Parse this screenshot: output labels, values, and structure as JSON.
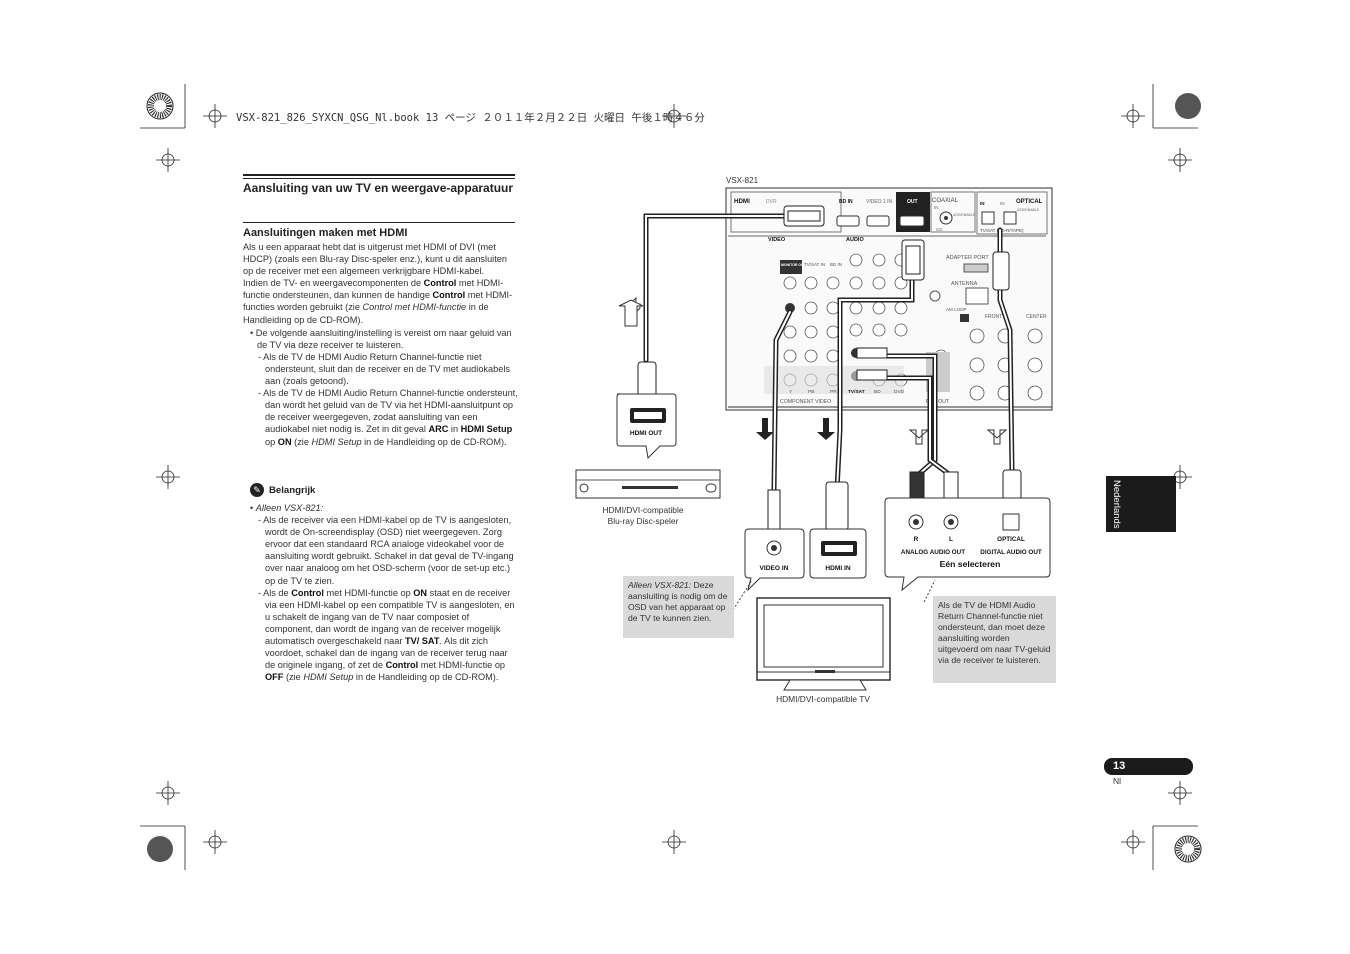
{
  "header": {
    "file_line": "VSX-821_826_SYXCN_QSG_Nl.book  13 ページ  ２０１１年２月２２日  火曜日  午後１時４６分"
  },
  "section": {
    "title": "Aansluiting van uw TV en weergave-apparatuur",
    "subtitle": "Aansluitingen maken met HDMI"
  },
  "body": {
    "intro": "Als u een apparaat hebt dat is uitgerust met HDMI of DVI (met HDCP) (zoals een Blu-ray Disc-speler enz.), kunt u dit aansluiten op de receiver met een algemeen verkrijgbare HDMI-kabel.",
    "control_1": "Indien de TV- en weergavecomponenten de",
    "control_2": "Control",
    "control_3": "met HDMI-functie ondersteunen, dan kunnen de handige",
    "control_4": "Control",
    "control_5": "met HDMI-functies worden gebruikt (zie",
    "control_6": "Control met HDMI-functie",
    "control_7": "in de Handleiding op de CD-ROM).",
    "bullet_1": "De volgende aansluiting/instelling is vereist om naar geluid van de TV via deze receiver te luisteren.",
    "sub_1": "Als de TV de HDMI Audio Return Channel-functie niet ondersteunt, sluit dan de receiver en de TV met audiokabels aan (zoals getoond).",
    "sub_2a": "Als de TV de HDMI Audio Return Channel-functie ondersteunt, dan wordt het geluid van de TV via het HDMI-aansluitpunt op de receiver weergegeven, zodat aansluiting van een audiokabel niet nodig is. Zet in dit geval",
    "sub_2b": "ARC",
    "sub_2c": "in",
    "sub_2d": "HDMI Setup",
    "sub_2e": "op",
    "sub_2f": "ON",
    "sub_2g": "(zie",
    "sub_2h": "HDMI Setup",
    "sub_2i": "in de Handleiding op de CD-ROM)."
  },
  "important": {
    "title": "Belangrijk",
    "bullet": "Alleen VSX-821:",
    "sub_1": "Als de receiver via een HDMI-kabel op de TV is aangesloten, wordt de On-screendisplay (OSD) niet weergegeven. Zorg ervoor dat een standaard RCA analoge videokabel voor de aansluiting wordt gebruikt. Schakel in dat geval de TV-ingang over naar analoog om het OSD-scherm (voor de set-up etc.) op de TV te zien.",
    "sub_2a": "Als de",
    "sub_2b": "Control",
    "sub_2c": "met HDMI-functie op",
    "sub_2d": "ON",
    "sub_2e": "staat en de receiver via een HDMI-kabel op een compatible TV is aangesloten, en u schakelt de ingang van de TV naar composiet of component, dan wordt de ingang van de receiver mogelijk automatisch overgeschakeld naar",
    "sub_2f": "TV/ SAT",
    "sub_2g": ". Als dit zich voordoet, schakel dan de ingang van de receiver terug naar de originele ingang, of zet de",
    "sub_2h": "Control",
    "sub_2i": "met HDMI-functie op",
    "sub_2j": "OFF",
    "sub_2k": "(zie",
    "sub_2l": "HDMI Setup",
    "sub_2m": "in de Handleiding op de CD-ROM)."
  },
  "diagram": {
    "model": "VSX-821",
    "receiver": {
      "hdmi": "HDMI",
      "dvr": "DVR",
      "bd_in": "BD IN",
      "video1_in": "VIDEO 1 IN",
      "out": "OUT",
      "coaxial": "COAXIAL",
      "optical": "OPTICAL",
      "in": "IN",
      "assignable": "ASSIGNABLE",
      "video": "VIDEO",
      "audio": "AUDIO",
      "monitor_out": "MONITOR OUT",
      "tvsat_in": "TV/SAT IN",
      "bd_in2": "BD IN",
      "adapter_port": "ADAPTER PORT",
      "antenna": "ANTENNA",
      "am_loop": "AM LOOP",
      "front": "FRONT",
      "center": "CENTER",
      "tvsat": "TV/SAT",
      "bd": "BD",
      "dvd": "DVD",
      "component_video": "COMPONENT VIDEO",
      "pre_out": "PRE OUT",
      "y": "Y",
      "pb": "PB",
      "pr": "PR",
      "tvsat_cd": "TV/SAT (CD-R/TAPE)",
      "cd": "CD",
      "cd_r": "CD-R/TAPE",
      "sub": "SUB"
    },
    "player_port": "HDMI OUT",
    "player_caption_1": "HDMI/DVI-compatible",
    "player_caption_2": "Blu-ray Disc-speler",
    "tv_video_in": "VIDEO IN",
    "tv_hdmi_in": "HDMI IN",
    "audio_r": "R",
    "audio_l": "L",
    "analog_audio_out": "ANALOG AUDIO OUT",
    "optical_label": "OPTICAL",
    "digital_audio_out": "DIGITAL AUDIO OUT",
    "select_one": "Eén selecteren",
    "tv_caption": "HDMI/DVI-compatible TV",
    "note_left_italic": "Alleen VSX-821:",
    "note_left_rest": "Deze aansluiting is nodig om de OSD van het apparaat op de TV te kunnen zien.",
    "note_right": "Als de TV de HDMI Audio Return Channel-functie niet ondersteunt, dan moet deze aansluiting worden uitgevoerd om naar TV-geluid via de receiver te luisteren."
  },
  "side_tab": "Nederlands",
  "page": {
    "number": "13",
    "lang": "Nl"
  }
}
